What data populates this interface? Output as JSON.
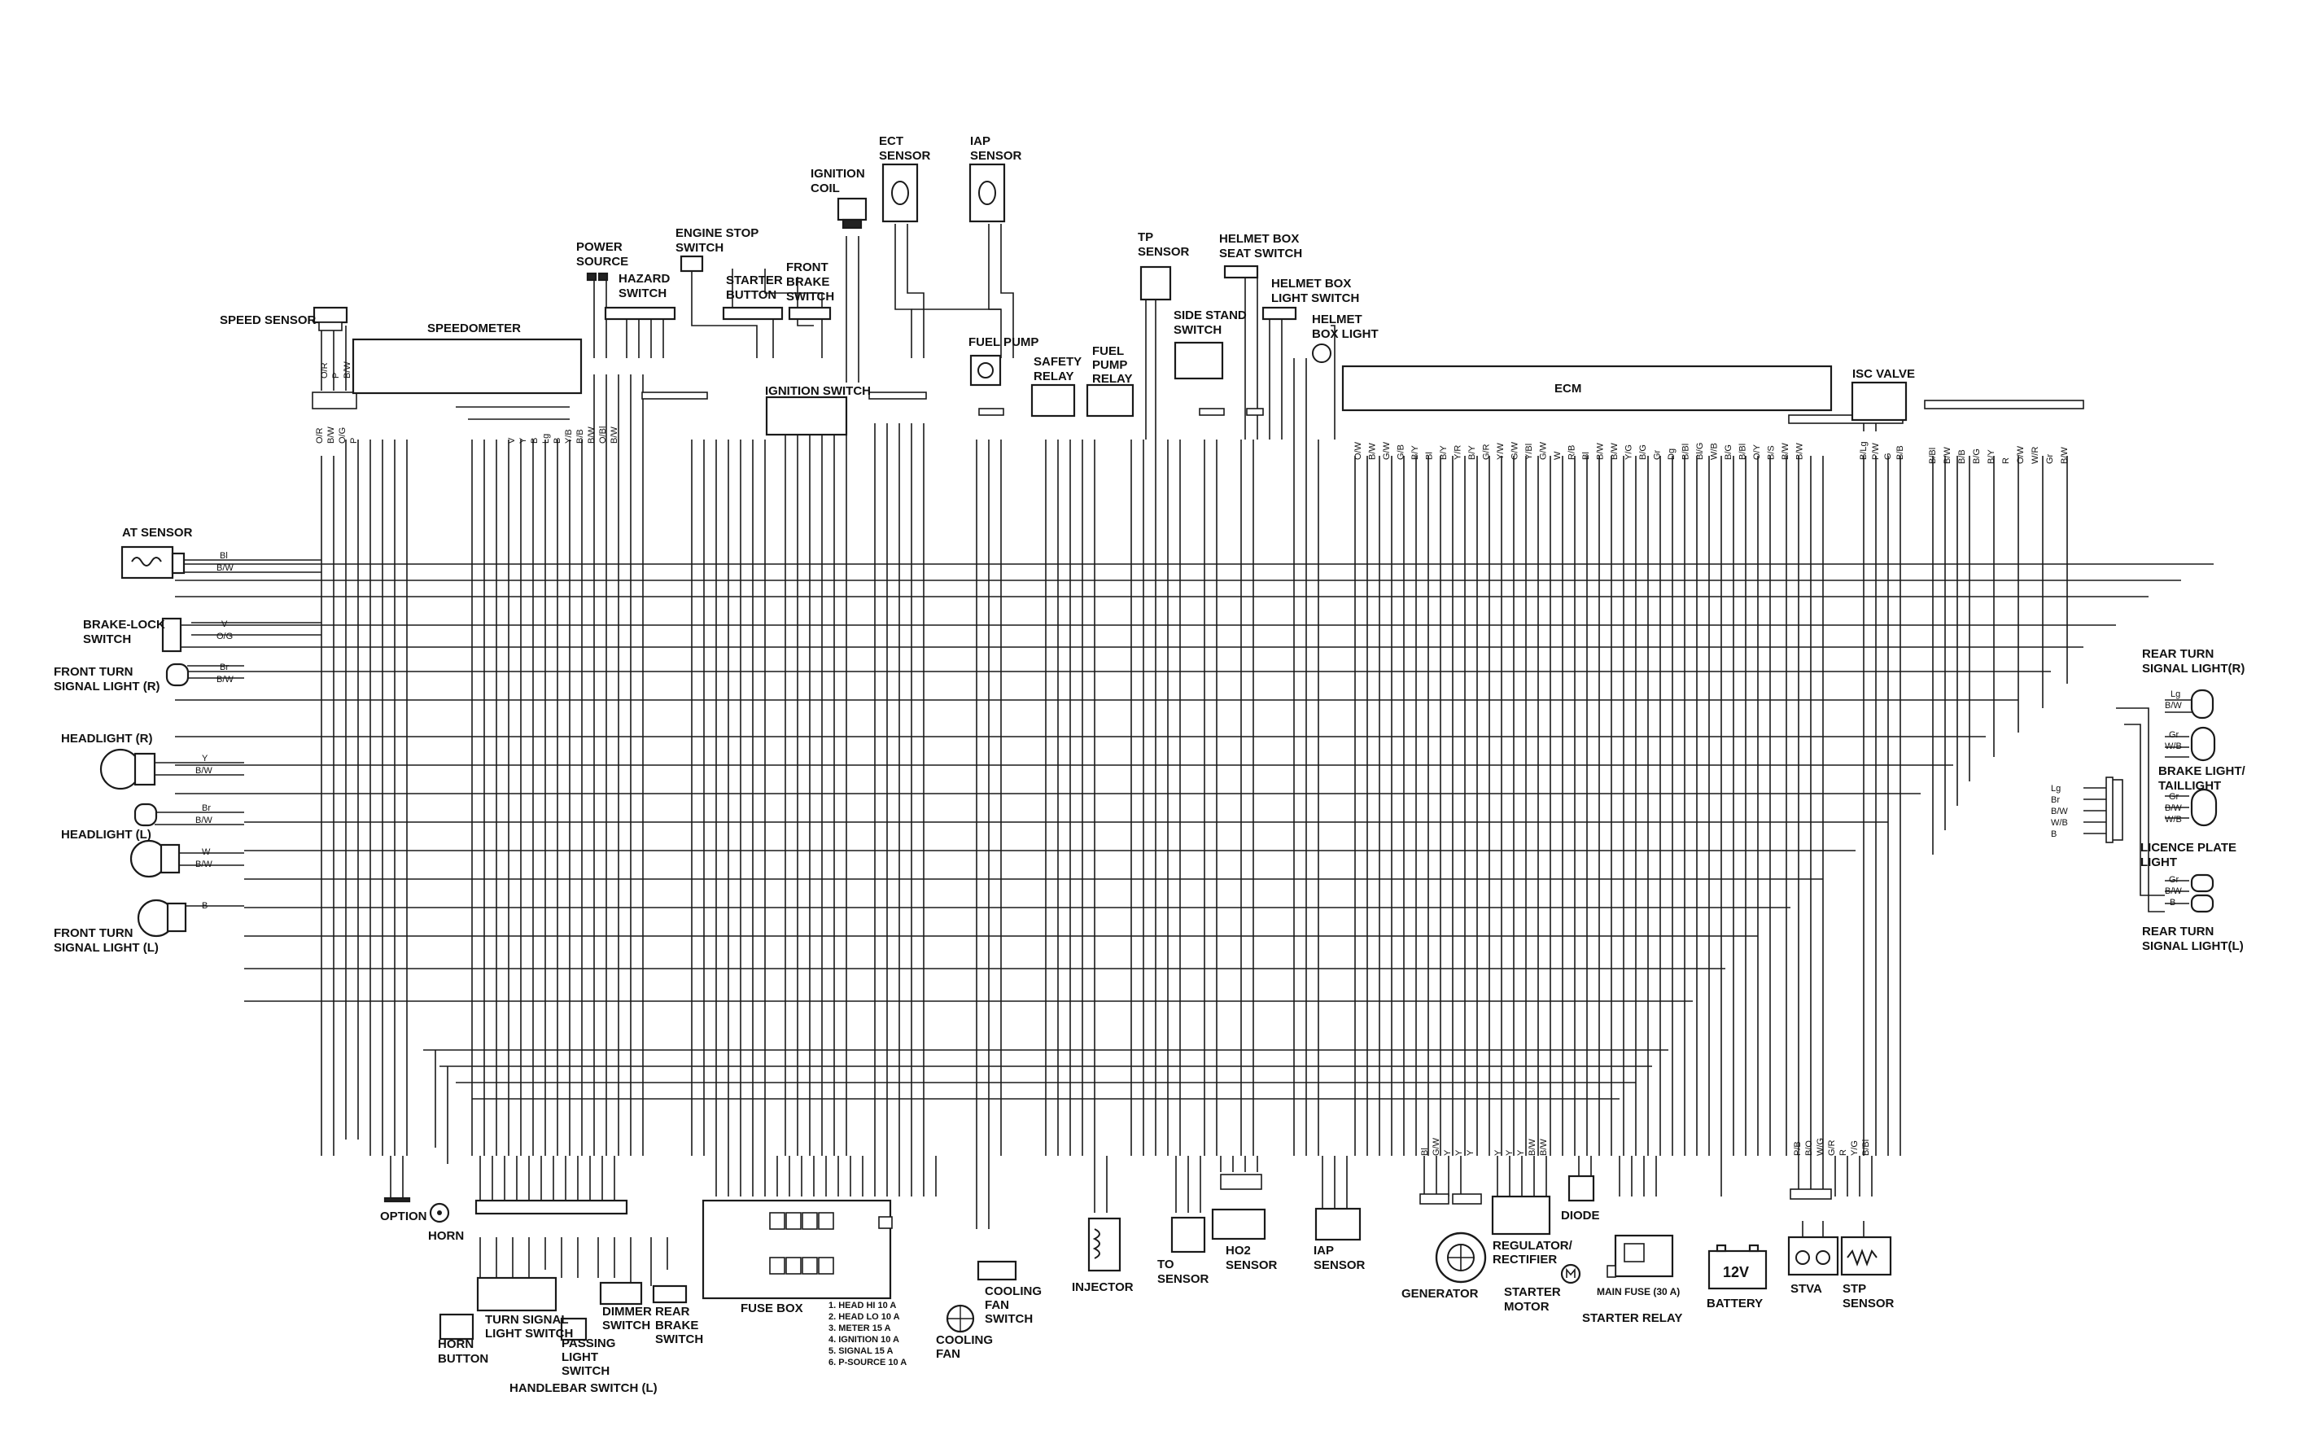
{
  "labels": {
    "speed_sensor": "SPEED SENSOR",
    "speedometer": "SPEEDOMETER",
    "power_source": [
      "POWER",
      "SOURCE"
    ],
    "hazard_switch": [
      "HAZARD",
      "SWITCH"
    ],
    "engine_stop_switch": [
      "ENGINE STOP",
      "SWITCH"
    ],
    "starter_button": [
      "STARTER",
      "BUTTON"
    ],
    "front_brake_switch": [
      "FRONT",
      "BRAKE",
      "SWITCH"
    ],
    "ignition_coil": [
      "IGNITION",
      "COIL"
    ],
    "ignition_switch": "IGNITION SWITCH",
    "ect_sensor": [
      "ECT",
      "SENSOR"
    ],
    "iap_sensor_top": [
      "IAP",
      "SENSOR"
    ],
    "fuel_pump": "FUEL PUMP",
    "safety_relay": [
      "SAFETY",
      "RELAY"
    ],
    "fuel_pump_relay": [
      "FUEL",
      "PUMP",
      "RELAY"
    ],
    "tp_sensor": [
      "TP",
      "SENSOR"
    ],
    "side_stand_switch": [
      "SIDE STAND",
      "SWITCH"
    ],
    "helmet_box_seat_switch": [
      "HELMET BOX",
      "SEAT SWITCH"
    ],
    "helmet_box_light_switch": [
      "HELMET BOX",
      "LIGHT SWITCH"
    ],
    "helmet_box_light": [
      "HELMET",
      "BOX  LIGHT"
    ],
    "ecm": "ECM",
    "isc_valve": "ISC VALVE",
    "at_sensor": "AT SENSOR",
    "brake_lock_switch": [
      "BRAKE-LOCK",
      "SWITCH"
    ],
    "front_turn_r": [
      "FRONT TURN",
      "SIGNAL LIGHT (R)"
    ],
    "headlight_r": "HEADLIGHT (R)",
    "headlight_l": "HEADLIGHT (L)",
    "front_turn_l": [
      "FRONT TURN",
      "SIGNAL LIGHT (L)"
    ],
    "rear_turn_r": [
      "REAR TURN",
      "SIGNAL LIGHT(R)"
    ],
    "brake_taillight": [
      "BRAKE LIGHT/",
      "TAILLIGHT"
    ],
    "licence_plate_light": [
      "LICENCE PLATE",
      "LIGHT"
    ],
    "rear_turn_l": [
      "REAR TURN",
      "SIGNAL LIGHT(L)"
    ],
    "option": "OPTION",
    "horn": "HORN",
    "horn_button": [
      "HORN",
      "BUTTON"
    ],
    "turn_signal_light_switch": [
      "TURN SIGNAL",
      "LIGHT SWITCH"
    ],
    "passing_light_switch": [
      "PASSING",
      "LIGHT",
      "SWITCH"
    ],
    "dimmer_switch": [
      "DIMMER",
      "SWITCH"
    ],
    "rear_brake_switch": [
      "REAR",
      "BRAKE",
      "SWITCH"
    ],
    "handlebar_switch_l": "HANDLEBAR SWITCH (L)",
    "fuse_box": "FUSE BOX",
    "cooling_fan_switch": [
      "COOLING",
      "FAN",
      "SWITCH"
    ],
    "cooling_fan": [
      "COOLING",
      "FAN"
    ],
    "injector": "INJECTOR",
    "to_sensor": [
      "TO",
      "SENSOR"
    ],
    "ho2_sensor": [
      "HO2",
      "SENSOR"
    ],
    "iap_sensor_bottom": [
      "IAP",
      "SENSOR"
    ],
    "generator": "GENERATOR",
    "regulator_rectifier": [
      "REGULATOR/",
      "RECTIFIER"
    ],
    "starter_motor": [
      "STARTER",
      "MOTOR"
    ],
    "diode": "DIODE",
    "main_fuse": "MAIN FUSE (30 A)",
    "starter_relay": "STARTER RELAY",
    "battery": "BATTERY",
    "battery_voltage": "12V",
    "stva": "STVA",
    "stp_sensor": [
      "STP",
      "SENSOR"
    ]
  },
  "fuses": [
    "1. HEAD HI      10 A",
    "2. HEAD LO      10 A",
    "3. METER         15 A",
    "4. IGNITION     10 A",
    "5. SIGNAL        15 A",
    "6. P-SOURCE    10 A"
  ],
  "wire_codes": {
    "at_sensor": [
      "Bl",
      "B/W"
    ],
    "brake_lock": [
      "V",
      "O/G"
    ],
    "front_turn_r": [
      "Br",
      "B/W"
    ],
    "headlight_r": [
      "Y",
      "B/W"
    ],
    "headlight_l_pos": [
      "Br",
      "B/W"
    ],
    "headlight_l": [
      "W",
      "B/W"
    ],
    "front_turn_l": [
      "B"
    ],
    "rear_connector": [
      "Lg",
      "Br",
      "B/W",
      "W/B",
      "B"
    ],
    "rear_turn_r": [
      "Lg",
      "B/W"
    ],
    "brake_taillight": [
      "Gr",
      "W/B",
      "Gr",
      "B/W",
      "W/B"
    ],
    "rear_turn_l": [
      "Gr",
      "B/W",
      "B"
    ],
    "ecm_pins": [
      "O/W",
      "B/W",
      "G/W",
      "G/B",
      "B/Y",
      "Bl",
      "B/Y",
      "Y/R",
      "B/Y",
      "G/R",
      "Y/W",
      "G/W",
      "Y/Bl",
      "G/W",
      "W",
      "R/B",
      "Bl",
      "B/W",
      "B/W",
      "Y/G",
      "B/G",
      "Gr",
      "Dg",
      "B/Bl",
      "Bl/G",
      "W/B",
      "B/G",
      "B/Bl",
      "O/Y",
      "B/S",
      "B/W",
      "B/W"
    ],
    "isc_valve": [
      "B/Lg",
      "P/W",
      "G",
      "B/B"
    ],
    "right_top": [
      "B/Bl",
      "B/W",
      "B/B",
      "B/G",
      "B/Y",
      "R",
      "O/W",
      "W/R",
      "Gr",
      "B/W"
    ],
    "speed_sensor": [
      "O/R",
      "P",
      "B/W"
    ],
    "speedometer": [
      "O/R",
      "B/W",
      "O/G",
      "P",
      "V",
      "Y",
      "B",
      "Lg",
      "B",
      "Y/B",
      "B/B",
      "B/W",
      "O/Bl",
      "B/W"
    ],
    "bottom_generator": [
      "Bl",
      "G/W",
      "Y",
      "Y",
      "Y"
    ],
    "bottom_regulator": [
      "Y",
      "Y",
      "Y",
      "B/W",
      "B/W"
    ],
    "bottom_stva": [
      "P/B",
      "B/O",
      "W/G",
      "G/R",
      "R",
      "Y/G",
      "B/Bl"
    ]
  }
}
